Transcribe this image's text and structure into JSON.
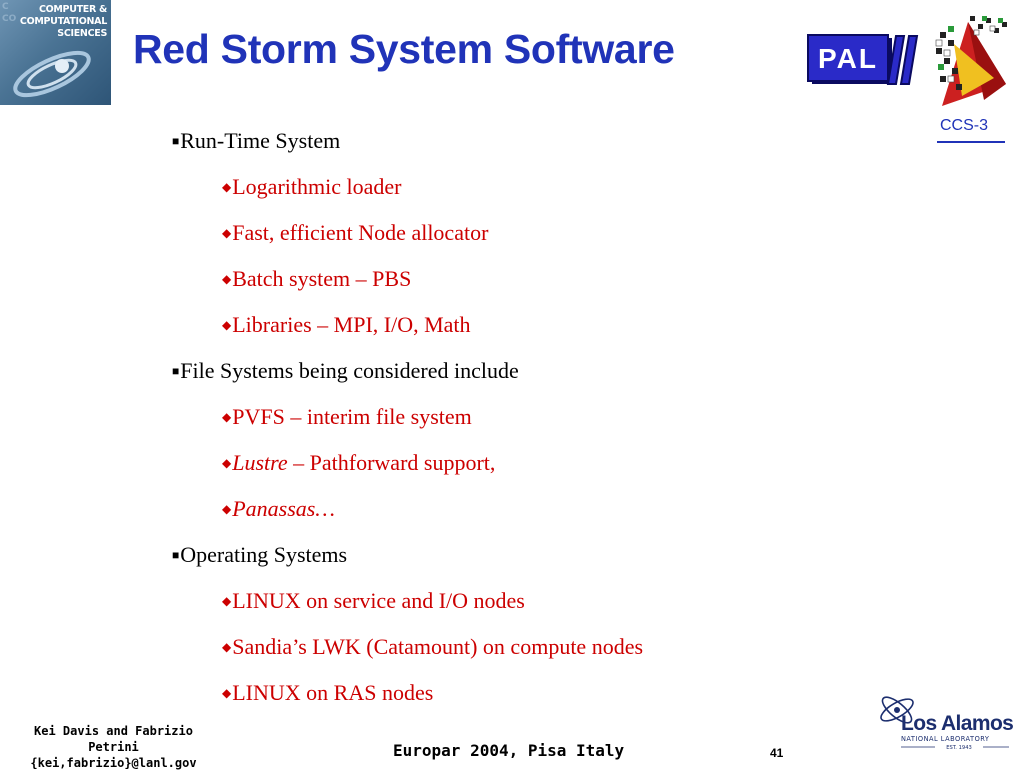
{
  "logo_ccs": {
    "line1": "COMPUTER &",
    "line2": "COMPUTATIONAL",
    "line3": "SCIENCES"
  },
  "slide": {
    "title": "Red Storm System Software"
  },
  "header": {
    "pal_logo_text": "PAL",
    "group_label": "CCS-3"
  },
  "content": {
    "sections": [
      {
        "heading": "Run-Time System",
        "items": [
          "Logarithmic loader",
          "Fast, efficient Node allocator",
          "Batch system – PBS",
          "Libraries – MPI, I/O, Math"
        ]
      },
      {
        "heading": "File Systems being considered include",
        "items": [
          "PVFS – interim file system",
          "Lustre",
          " – Pathforward support,",
          "Panassas…"
        ]
      },
      {
        "heading": "Operating Systems",
        "items": [
          "LINUX on service and I/O nodes",
          "Sandia’s LWK (Catamount) on compute nodes",
          "LINUX on RAS nodes"
        ]
      }
    ]
  },
  "footer": {
    "authors": "Kei Davis and Fabrizio Petrini",
    "email": "{kei,fabrizio}@lanl.gov",
    "venue": "Europar 2004, Pisa Italy",
    "page_number": "41",
    "lab_logo_line1": "Los Alamos",
    "lab_logo_line2": "NATIONAL LABORATORY",
    "lab_logo_line3": "EST. 1943"
  }
}
